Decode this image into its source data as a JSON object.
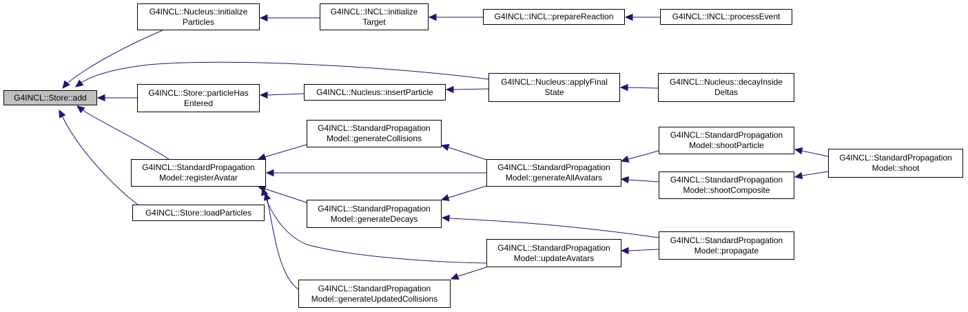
{
  "colors": {
    "edge": "#191970",
    "focus_fill": "#bfbfbf",
    "node_border": "#000000"
  },
  "nodes": {
    "add": [
      "G4INCL::Store::add"
    ],
    "nucleus_init_particles": [
      "G4INCL::Nucleus::initialize",
      "Particles"
    ],
    "incl_init_target": [
      "G4INCL::INCL::initialize",
      "Target"
    ],
    "incl_prepare_reaction": [
      "G4INCL::INCL::prepareReaction"
    ],
    "incl_process_event": [
      "G4INCL::INCL::processEvent"
    ],
    "nucleus_apply_final_state": [
      "G4INCL::Nucleus::applyFinal",
      "State"
    ],
    "nucleus_decay_inside_deltas": [
      "G4INCL::Nucleus::decayInside",
      "Deltas"
    ],
    "store_particle_has_entered": [
      "G4INCL::Store::particleHas",
      "Entered"
    ],
    "nucleus_insert_particle": [
      "G4INCL::Nucleus::insertParticle"
    ],
    "spm_generate_collisions": [
      "G4INCL::StandardPropagation",
      "Model::generateCollisions"
    ],
    "spm_register_avatar": [
      "G4INCL::StandardPropagation",
      "Model::registerAvatar"
    ],
    "spm_generate_all_avatars": [
      "G4INCL::StandardPropagation",
      "Model::generateAllAvatars"
    ],
    "spm_shoot_particle": [
      "G4INCL::StandardPropagation",
      "Model::shootParticle"
    ],
    "spm_shoot": [
      "G4INCL::StandardPropagation",
      "Model::shoot"
    ],
    "spm_shoot_composite": [
      "G4INCL::StandardPropagation",
      "Model::shootComposite"
    ],
    "store_load_particles": [
      "G4INCL::Store::loadParticles"
    ],
    "spm_generate_decays": [
      "G4INCL::StandardPropagation",
      "Model::generateDecays"
    ],
    "spm_propagate": [
      "G4INCL::StandardPropagation",
      "Model::propagate"
    ],
    "spm_update_avatars": [
      "G4INCL::StandardPropagation",
      "Model::updateAvatars"
    ],
    "spm_generate_updated_collisions": [
      "G4INCL::StandardPropagation",
      "Model::generateUpdatedCollisions"
    ]
  },
  "edges": [
    {
      "from": "nucleus_init_particles",
      "to": "add"
    },
    {
      "from": "nucleus_apply_final_state",
      "to": "add"
    },
    {
      "from": "store_particle_has_entered",
      "to": "add"
    },
    {
      "from": "spm_register_avatar",
      "to": "add"
    },
    {
      "from": "store_load_particles",
      "to": "add"
    },
    {
      "from": "incl_init_target",
      "to": "nucleus_init_particles"
    },
    {
      "from": "incl_prepare_reaction",
      "to": "incl_init_target"
    },
    {
      "from": "incl_process_event",
      "to": "incl_prepare_reaction"
    },
    {
      "from": "nucleus_insert_particle",
      "to": "store_particle_has_entered"
    },
    {
      "from": "nucleus_apply_final_state",
      "to": "nucleus_insert_particle"
    },
    {
      "from": "nucleus_decay_inside_deltas",
      "to": "nucleus_apply_final_state"
    },
    {
      "from": "spm_generate_collisions",
      "to": "spm_register_avatar"
    },
    {
      "from": "spm_generate_all_avatars",
      "to": "spm_register_avatar"
    },
    {
      "from": "spm_generate_decays",
      "to": "spm_register_avatar"
    },
    {
      "from": "spm_update_avatars",
      "to": "spm_register_avatar"
    },
    {
      "from": "spm_generate_updated_collisions",
      "to": "spm_register_avatar"
    },
    {
      "from": "spm_generate_all_avatars",
      "to": "spm_generate_collisions"
    },
    {
      "from": "spm_generate_all_avatars",
      "to": "spm_generate_decays"
    },
    {
      "from": "spm_shoot_particle",
      "to": "spm_generate_all_avatars"
    },
    {
      "from": "spm_shoot_composite",
      "to": "spm_generate_all_avatars"
    },
    {
      "from": "spm_shoot",
      "to": "spm_shoot_particle"
    },
    {
      "from": "spm_shoot",
      "to": "spm_shoot_composite"
    },
    {
      "from": "spm_propagate",
      "to": "spm_generate_decays"
    },
    {
      "from": "spm_propagate",
      "to": "spm_update_avatars"
    },
    {
      "from": "spm_update_avatars",
      "to": "spm_generate_updated_collisions"
    }
  ]
}
